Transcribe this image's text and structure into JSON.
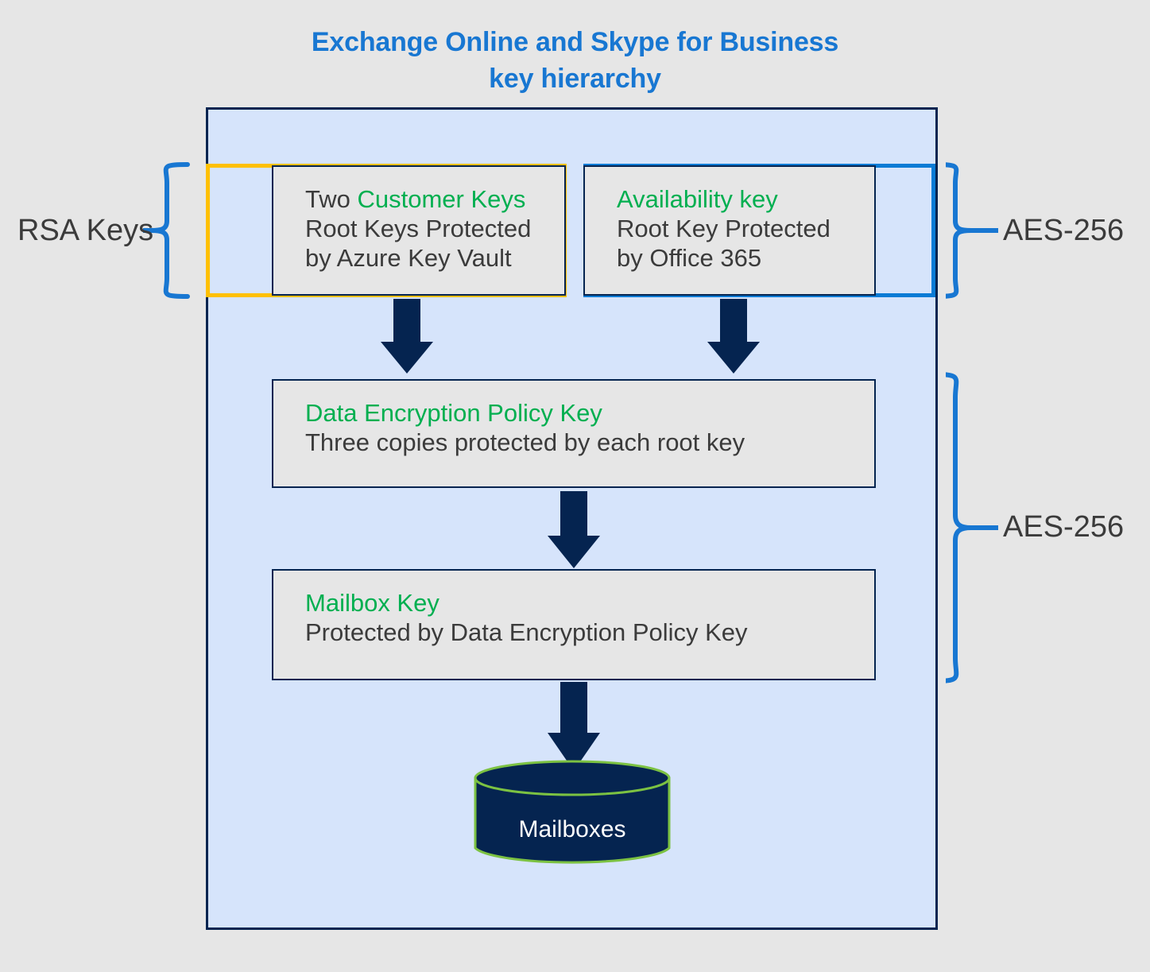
{
  "title": {
    "line1": "Exchange Online and Skype for Business",
    "line2": "key hierarchy",
    "color": "#1877d2"
  },
  "colors": {
    "background": "#e6e6e6",
    "container_fill": "#d6e4fb",
    "container_border": "#052450",
    "customer_group_border": "#ffc000",
    "availability_group_border": "#0a7bd5",
    "box_fill": "#e6e6e6",
    "box_border": "#052450",
    "accent_green": "#00af50",
    "body_text": "#3b3b3b",
    "arrow_fill": "#052450",
    "brace": "#1877d2",
    "cylinder_fill": "#052450",
    "cylinder_stroke": "#7cc242",
    "cylinder_text": "#ffffff"
  },
  "boxes": {
    "customer_keys": {
      "line1_prefix": "Two ",
      "line1_accent": "Customer Keys",
      "line2": "Root Keys Protected",
      "line3": "by Azure Key Vault"
    },
    "availability_key": {
      "line1_accent": "Availability key",
      "line2": "Root Key Protected",
      "line3": "by Office 365"
    },
    "data_encryption_policy_key": {
      "line1_accent": "Data Encryption Policy Key",
      "line2": "Three copies protected by each root key"
    },
    "mailbox_key": {
      "line1_accent": "Mailbox Key",
      "line2": "Protected by Data Encryption Policy Key"
    }
  },
  "cylinder": {
    "label": "Mailboxes"
  },
  "braces": {
    "rsa": {
      "label": "RSA Keys"
    },
    "aes_top": {
      "label": "AES-256"
    },
    "aes_bottom": {
      "label": "AES-256"
    }
  },
  "icons": {
    "arrow": "down-arrow-icon",
    "brace_left": "curly-brace-left-icon",
    "brace_right": "curly-brace-right-icon",
    "database": "database-cylinder-icon"
  }
}
